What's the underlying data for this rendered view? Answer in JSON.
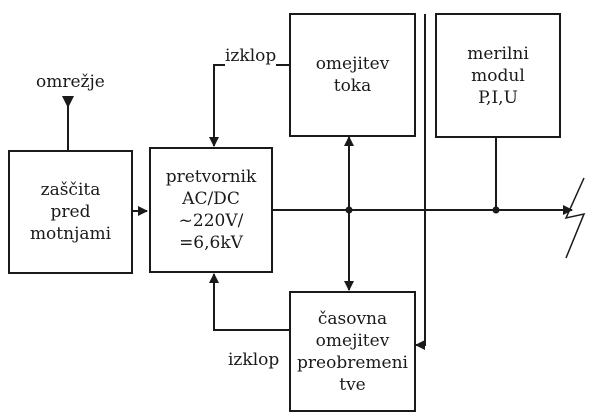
{
  "blocks": {
    "protection": "zaščita\npred\nmotnjami",
    "converter": "pretvornik\nAC/DC\n~220V/\n=6,6kV",
    "current_limiter": "omejitev\ntoka",
    "overload_limiter": "časovna\nomejitev\npreobremeni\ntve",
    "measurement": "merilni\nmodul\nP,I,U"
  },
  "labels": {
    "grid": "omrežje",
    "switch_off_top": "izklop",
    "switch_off_bottom": "izklop"
  },
  "colors": {
    "line": "#1a1a1a",
    "background": "#ffffff"
  }
}
